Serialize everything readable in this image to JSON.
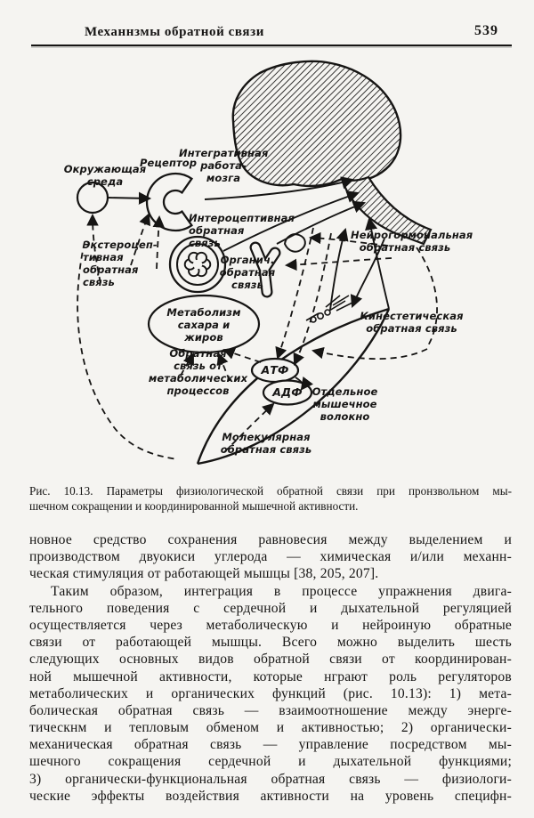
{
  "header": {
    "title": "Механнзмы обратной связи",
    "page_number": "539"
  },
  "figure": {
    "labels": {
      "environment": "Окружающая\nсреда",
      "receptor": "Рецептор",
      "integrative": "Интегративная\nработа-\nмозга",
      "interoceptive": "Интероцептивная\nобратная\nсвязь",
      "exteroceptive": "Экстероцеп-\nтивная\nобратная\nсвязь",
      "organic": "Органич.\nобратная\nсвязь",
      "neurohormonal": "Нейрогормональная\nобратная связь",
      "metabolism": "Метаболизм\nсахара и\nжиров",
      "metabolic_feedback": "Обратная\nсвязь от\nметаболических\nпроцессов",
      "atp": "АТФ",
      "adp": "АДФ",
      "kinesthetic": "Кинестетическая\nобратная связь",
      "muscle_fiber": "Отдельное\nмышечное волокно",
      "molecular": "Молекулярная\nобратная связь"
    },
    "caption_lines": [
      "Рис. 10.13. Параметры физиологической обратной связи при пронзвольном мы-",
      "шечном сокращении и координированной мышечной активности."
    ]
  },
  "body": {
    "p1": [
      "новное средство сохранения равновесия между выделением и",
      "производством двуокиси углерода — химическая и/или механн-",
      "ческая стимуляция от работающей мышцы [38, 205, 207]."
    ],
    "p2": [
      "Таким образом, интеграция в процессе упражнения двига-",
      "тельного поведения с сердечной и дыхательной регуляцией",
      "осуществляется через метаболическую и нейроиную обратные",
      "связи от работающей мышцы. Всего можно выделить шесть",
      "следующих основных видов обратной связи от координирован-",
      "ной мышечной активности, которые нграют роль регуляторов",
      "метаболических и органических функций (рис. 10.13): 1) мета-",
      "болическая обратная связь — взаимоотношение между энерге-",
      "тическнм и тепловым обменом и активностью; 2) органически-",
      "механическая обратная связь — управление посредством мы-",
      "шечного сокращения сердечной и дыхательной функциями;",
      "3) органически-функциональная обратная связь — физиологи-",
      "ческие эффекты воздействия активности на уровень специфн-"
    ]
  }
}
